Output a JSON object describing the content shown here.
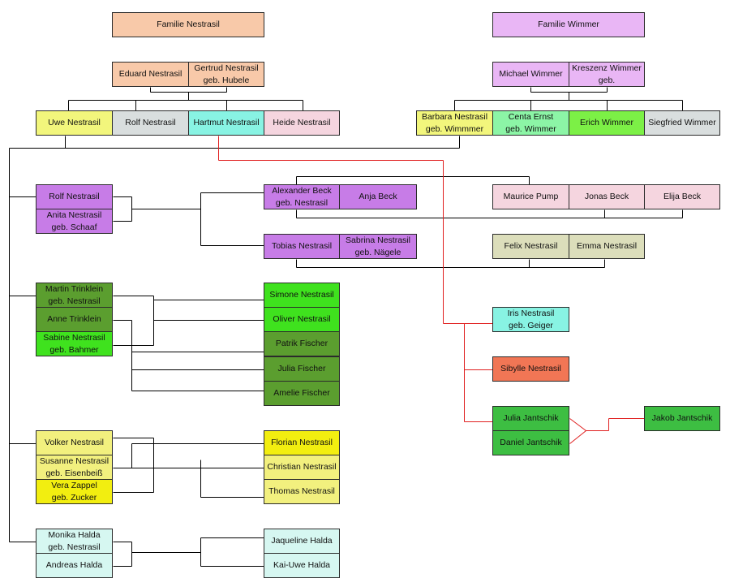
{
  "colors": {
    "peach": "#F8C9A9",
    "lavender": "#E9B6F5",
    "yellow": "#F2F67C",
    "gray": "#D9DEDE",
    "cyan": "#88F3E3",
    "pink": "#F5D5DF",
    "mint": "#8CF5A6",
    "lime": "#7CF046",
    "purple": "#C77CE7",
    "olive": "#DCDEBB",
    "darkgreen": "#5B9E2F",
    "brightgreen": "#3FE21E",
    "gold": "#F2EE10",
    "lightyellow": "#F2F07E",
    "lightcyan": "#D6F7F1",
    "salmon": "#F17655",
    "green": "#3DBE42",
    "line": "#000000",
    "red_line": "#E02020"
  },
  "headers": {
    "nestrasil": "Familie Nestrasil",
    "wimmer": "Familie Wimmer"
  },
  "people": {
    "eduard": "Eduard Nestrasil",
    "gertrud": "Gertrud Nestrasil\ngeb. Hubele",
    "michael": "Michael Wimmer",
    "kreszenz": "Kreszenz Wimmer\ngeb.",
    "uwe": "Uwe Nestrasil",
    "rolf_sen": "Rolf Nestrasil",
    "hartmut": "Hartmut Nestrasil",
    "heide": "Heide Nestrasil",
    "barbara": "Barbara Nestrasil\ngeb. Wimmmer",
    "centa": "Centa Ernst\ngeb. Wimmer",
    "erich": "Erich Wimmer",
    "siegfried": "Siegfried Wimmer",
    "rolf": "Rolf Nestrasil",
    "anita": "Anita Nestrasil\ngeb. Schaaf",
    "alexander": "Alexander Beck\ngeb. Nestrasil",
    "anja": "Anja Beck",
    "tobias": "Tobias Nestrasil",
    "sabrina": "Sabrina Nestrasil\ngeb. Nägele",
    "maurice": "Maurice Pump",
    "jonas": "Jonas Beck",
    "elija": "Elija Beck",
    "felix": "Felix Nestrasil",
    "emma": "Emma Nestrasil",
    "martin": "Martin Trinklein\ngeb. Nestrasil",
    "anne": "Anne Trinklein",
    "sabine": "Sabine Nestrasil\ngeb. Bahmer",
    "simone": "Simone Nestrasil",
    "oliver": "Oliver Nestrasil",
    "patrik": "Patrik Fischer",
    "julia_f": "Julia Fischer",
    "amelie": "Amelie Fischer",
    "iris": "Iris Nestrasil\ngeb. Geiger",
    "sibylle": "Sibylle Nestrasil",
    "julia_j": "Julia Jantschik",
    "daniel": "Daniel Jantschik",
    "jakob": "Jakob Jantschik",
    "volker": "Volker Nestrasil",
    "susanne": "Susanne Nestrasil\ngeb. Eisenbeiß",
    "vera": "Vera Zappel\ngeb. Zucker",
    "florian": "Florian Nestrasil",
    "christian": "Christian Nestrasil",
    "thomas": "Thomas Nestrasil",
    "monika": "Monika Halda\ngeb. Nestrasil",
    "andreas": "Andreas Halda",
    "jaqueline": "Jaqueline Halda",
    "kai": "Kai-Uwe Halda"
  }
}
